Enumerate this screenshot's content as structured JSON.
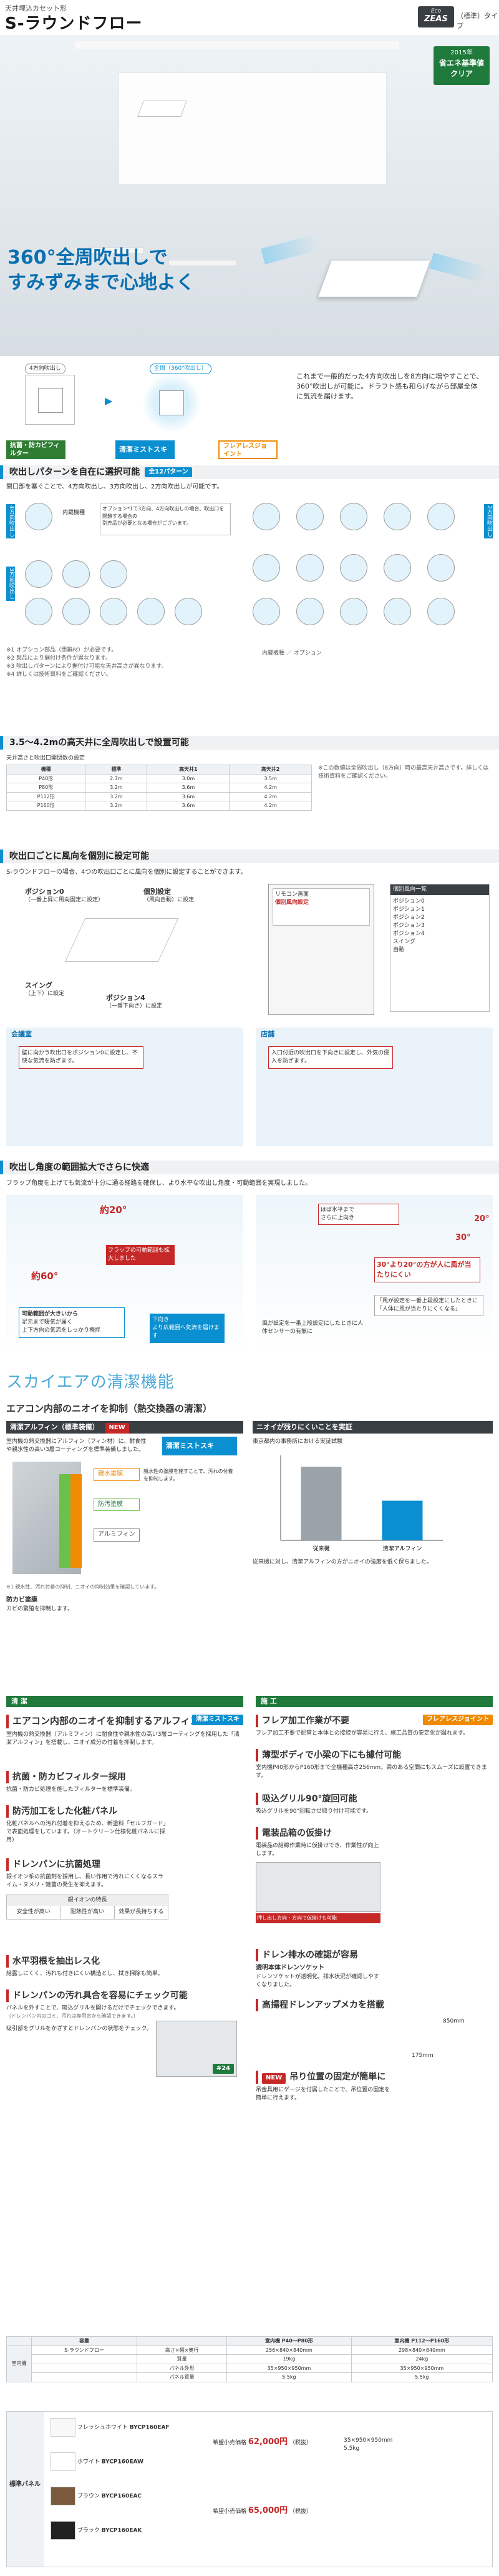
{
  "header": {
    "category": "天井埋込カセット形",
    "title": "S-ラウンドフロー",
    "eco_top": "Eco",
    "eco_bottom": "ZEAS",
    "type_label": "（標準）タイプ",
    "badge_year": "2015年",
    "badge_line1": "省エネ基準値",
    "badge_line2": "クリア"
  },
  "hero": {
    "headline1": "360°全周吹出しで",
    "headline2": "すみずみまで心地よく",
    "label_4way": "4方向吹出し",
    "label_360": "全周（360°吹出し）",
    "description": "これまで一般的だった4方向吹出しを8方向に増やすことで、360°吹出しが可能に。ドラフト感も和らげながら部屋全体に気流を届けます。"
  },
  "features": {
    "f1": "抗菌・防カビフィルター",
    "f2": "清潔ミストスキ",
    "f3": "フレアレスジョイント"
  },
  "pattern": {
    "title": "吹出しパターンを自在に選択可能",
    "tag": "全12パターン",
    "intro": "開口部を塞ぐことで、4方向吹出し、3方向吹出し、2方向吹出しが可能です。",
    "legend1": "内蔵機種",
    "legend2": "オプション",
    "col_4": "4方向吹出し",
    "col_3": "3方向吹出し",
    "col_2": "2方向吹出し",
    "note_box1": "オプション*1で3方向、4方向吹出しの場合、吹出口を閉鎖する場合の",
    "note_box2": "別売品が必要となる場合がございます。",
    "notes": [
      "※1 オプション部品（閉鎖材）が必要です。",
      "※2 製品により据付け条件が異なります。",
      "※3 吹出しパターンにより据付け可能な天井高さが異なります。",
      "※4 詳しくは技術資料をご確認ください。"
    ]
  },
  "ceiling": {
    "title": "3.5〜4.2mの高天井に全周吹出しで設置可能",
    "sub": "天井高さと吹出口開閉数の設定",
    "headers": [
      "機種",
      "標準",
      "高天井1",
      "高天井2"
    ],
    "rows": [
      [
        "P40形",
        "2.7m",
        "3.0m",
        "3.5m"
      ],
      [
        "P80形",
        "3.2m",
        "3.6m",
        "4.2m"
      ],
      [
        "P112形",
        "3.2m",
        "3.6m",
        "4.2m"
      ],
      [
        "P160形",
        "3.2m",
        "3.6m",
        "4.2m"
      ]
    ],
    "notes": "※この数値は全周吹出し（8方向）時の最高天井高さです。詳しくは技術資料をご確認ください。"
  },
  "individual": {
    "title": "吹出口ごとに風向を個別に設定可能",
    "intro": "S-ラウンドフローの場合、4つの吹出口ごとに風向を個別に設定することができます。",
    "pos0": "ポジション0",
    "pos0_sub": "（一番上昇に風向固定に設定）",
    "individual_label": "個別設定",
    "individual_sub": "（風向自動）に設定",
    "swing": "スイング",
    "swing_sub": "（上下）に設定",
    "pos4": "ポジション4",
    "pos4_sub": "（一番下向き）に設定",
    "remote_title": "リモコン画面",
    "remote_label": "個別風向設定",
    "remote_button": "個別風向一覧",
    "remote_items": [
      "ポジション0",
      "ポジション1",
      "ポジション2",
      "ポジション3",
      "ポジション4",
      "スイング",
      "自動"
    ],
    "case1_title": "会議室",
    "case1_text": "壁に向かう吹出口をポジション0に設定し、不快な気流を防ぎます。",
    "case2_title": "店舗",
    "case2_text": "入口付近の吹出口を下向きに設定し、外気の侵入を防ぎます。"
  },
  "angle": {
    "title": "吹出し角度の範囲拡大でさらに快適",
    "intro": "フラップ角度を上げても気流が十分に通る経路を確保し、より水平な吹出し角度・可動範囲を実現しました。",
    "ang20": "約20°",
    "ang60": "約60°",
    "flap_box": "フラップの可動範囲も拡大しました",
    "ang20r": "20°",
    "ang30": "30°",
    "horizontal": "ほぼ水平まで",
    "horizontal2": "さらに上向き",
    "range": "30°より20°の方が人に風が当たりにくい",
    "range_note": "「風が設定を一番上段設定にしたときに「人体に風が当たりにくくなる」",
    "right_note": "風が設定を一番上段設定にしたときに人体センサーの有無に",
    "movable": "可動範囲が大きいから",
    "movable_items": [
      "足元まで暖気が届く",
      "上下方向の気流をしっかり攪拌"
    ],
    "lower": "下向き",
    "lower_note": "より広範囲へ気流を届けます"
  },
  "skyair": {
    "title": "スカイエアの清潔機能",
    "odor_title": "エアコン内部のニオイを抑制（熱交換器の清潔）",
    "fin_title": "清潔アルフィン（標準装備）",
    "new": "NEW",
    "fin_text": "室内機の熱交換器にアルフィン（フィン材）に、耐食性や親水性の高い3層コーティングを標準装備しました。",
    "layer1": "親水塗膜",
    "layer2": "防汚塗膜",
    "layer3": "アルミフィン",
    "layer_note": "親水性の塗膜を施すことで、汚れの付着を抑制します。",
    "graph_title": "ニオイが残りにくいことを実証",
    "graph_sub": "東京都内の事務所における実証試験",
    "graph_note": "従来機に対し、清潔アルフィンの方がニオイの強度を低く保ちました。",
    "caption": "※1 親水性、汚れ付着の抑制、ニオイの抑制効果を確認しています。",
    "rust_title": "防カビ塗膜",
    "rust_text": "カビの繁殖を抑制します。"
  },
  "chart_data": {
    "type": "bar",
    "title": "",
    "categories": [
      "従来機",
      "清潔アルフィン"
    ],
    "series": [
      {
        "name": "",
        "values": [
          2.6,
          1.4
        ]
      }
    ],
    "ylim": [
      0,
      3
    ],
    "xlabel": "",
    "ylabel": ""
  },
  "clean": {
    "header": "清 潔",
    "i1_title": "エアコン内部のニオイを抑制するアルフィン",
    "i1_tag": "清潔ミストスキ",
    "i1_text": "室内機の熱交換器（アルミフィン）に耐食性や親水性の高い3層コーティングを採用した「清潔アルフィン」を搭載し、ニオイ成分の付着を抑制します。",
    "i2_title": "抗菌・防カビフィルター採用",
    "i2_text": "抗菌・防カビ処理を施したフィルターを標準装備。",
    "i3_title": "防汚加工をした化粧パネル",
    "i3_text": "化粧パネルへの汚れ付着を抑えるため、新塗料「セルフガード」で表面処理をしています。（オートクリーン仕様化粧パネルに採用）",
    "i4_title": "ドレンパンに抗菌処理",
    "i4_text": "銀イオン系の抗菌剤を採用し、長い作用で汚れにくくなるスライム・ヌメリ・雑菌の発生を抑えます。",
    "silver_title": "銀イオンの特長",
    "silver": [
      "安全性が高い",
      "耐熱性が高い",
      "効果が長持ちする"
    ],
    "i5_title": "水平羽根を抽出レス化",
    "i5_text": "結露しにくく、汚れも付きにくい構造とし、拭き掃除も簡単。",
    "i6_title": "ドレンパンの汚れ具合を容易にチェック可能",
    "i6_text": "パネルを外すことで、吸込グリルを開けるだけでチェックできます。",
    "i6_note": "（ドレンパン内のゴミ、汚れは専用窓から確認できます。）",
    "i6_text2": "吸引部をグリルをかざすとドレンパンの状態をチェック。",
    "tag24": "#24"
  },
  "install": {
    "header": "施 工",
    "i1_title": "フレア加工作業が不要",
    "i1_tag": "フレアレスジョイント",
    "i1_text": "フレア加工不要で配管と本体との接続が容易に行え、施工品質の安定化が図れます。",
    "i2_title": "薄型ボディで小梁の下にも據付可能",
    "i2_text": "室内機P40形からP160形まで全機種高さ256mm。梁のある空間にもスムーズに設置できます。",
    "i3_title": "吸込グリル90°旋回可能",
    "i3_text": "吸込グリルを90°回転させ取り付け可能です。",
    "i4_title": "電装品箱の仮掛け",
    "i4_text": "電装品の結線作業時に仮掛けでき、作業性が向上します。",
    "i4_caption": "押し出し方向・方向で仮掛けも可能",
    "i5_title": "ドレン排水の確認が容易",
    "i5_text": "透明本体ドレンソケット",
    "i5_text2": "ドレンソケットが透明化。排水状況が確認しやすくなりました。",
    "i6_title": "高揚程ドレンアップメカを搭載",
    "i6_note": "850mm",
    "i6_note2": "175mm",
    "i7_title": "吊り位置の固定が簡単に",
    "i7_new": "NEW",
    "i7_text": "吊金具用にゲージを付属したことで、吊位置の固定を簡単に行えます。"
  },
  "spec": {
    "col_item": "容量",
    "col_a": "室内機 P40〜P80形",
    "col_b": "室内機 P112〜P160形",
    "row_main": "室内機",
    "rows": [
      [
        "S-ラウンドフロー",
        "高さ×幅×奥行",
        "256×840×840mm",
        "298×840×840mm"
      ],
      [
        "",
        "質量",
        "19kg",
        "24kg"
      ],
      [
        "",
        "パネル外形",
        "35×950×950mm",
        "35×950×950mm"
      ],
      [
        "",
        "パネル質量",
        "5.5kg",
        "5.5kg"
      ]
    ],
    "panel_header": "標準パネル",
    "panels": [
      {
        "model": "BYCP160EAF",
        "color": "フレッシュホワイト"
      },
      {
        "model": "BYCP160EAW",
        "color": "ホワイト"
      },
      {
        "model": "BYCP160EAC",
        "color": "ブラウン"
      },
      {
        "model": "BYCP160EAK",
        "color": "ブラック"
      }
    ],
    "price1_label": "希望小売価格",
    "price1": "62,000円",
    "price1_sub": "（税抜）",
    "price2_label": "希望小売価格",
    "price2": "65,000円",
    "price2_sub": "（税抜）",
    "dim1": "35×950×950mm",
    "dim2": "5.5kg"
  },
  "colors": {
    "accent": "#0a8fd0",
    "red": "#c62828",
    "green": "#1f7a3c",
    "orange": "#f08a00"
  }
}
